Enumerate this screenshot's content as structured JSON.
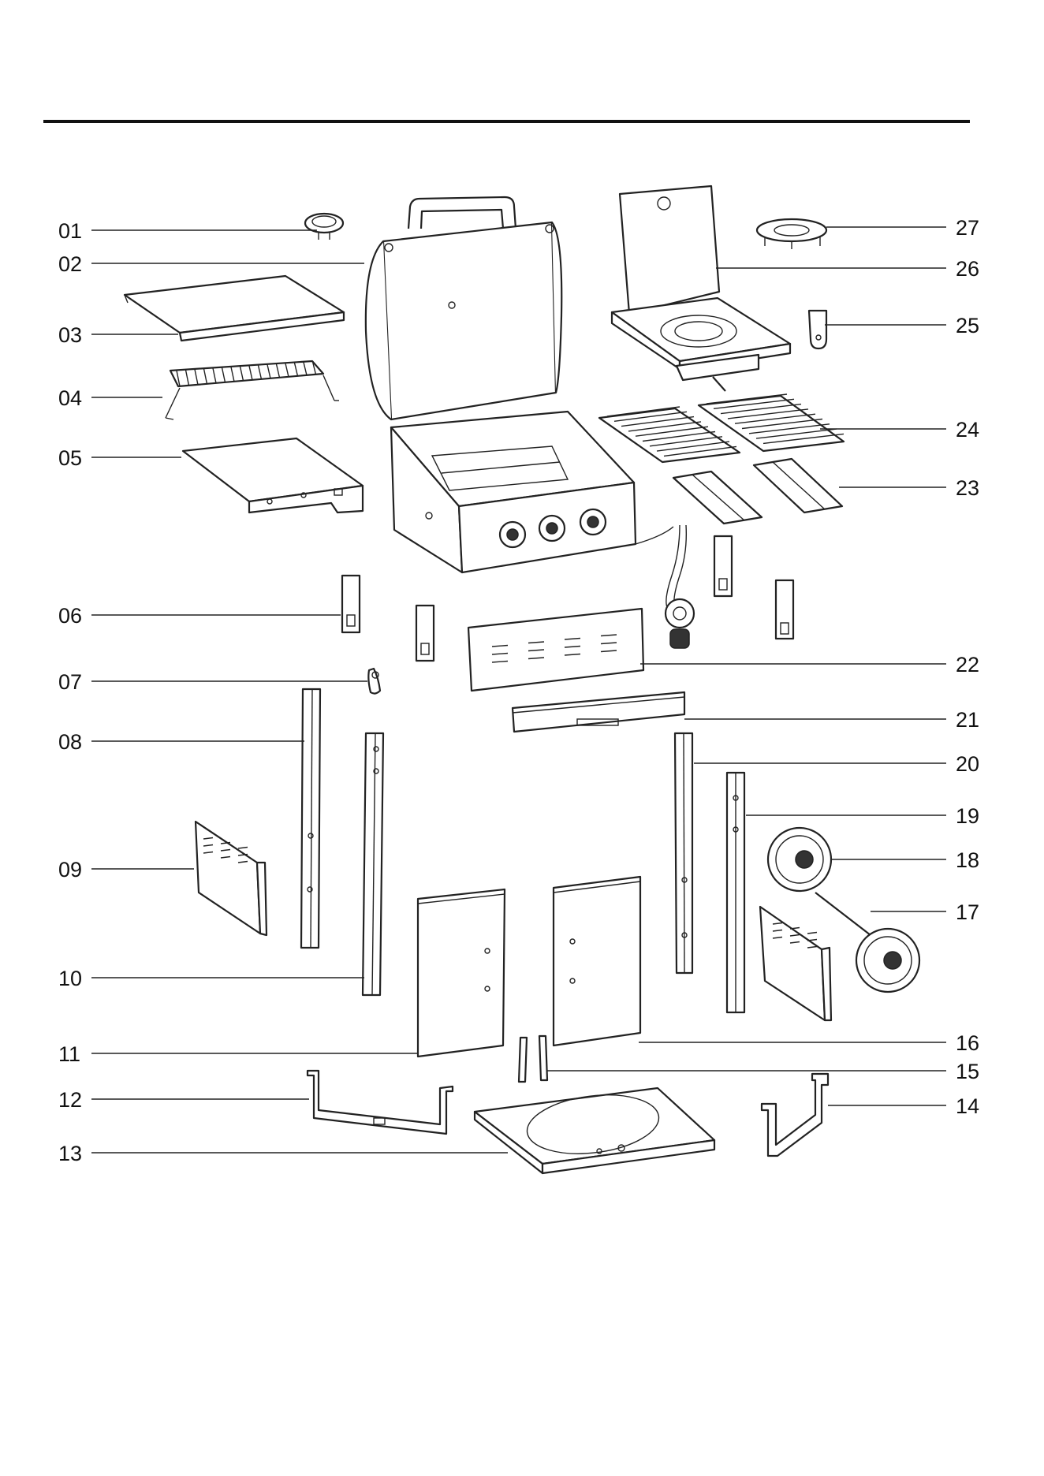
{
  "figure": {
    "labels_left": [
      "01",
      "02",
      "03",
      "04",
      "05",
      "06",
      "07",
      "08",
      "09",
      "10",
      "11",
      "12",
      "13"
    ],
    "labels_right": [
      "27",
      "26",
      "25",
      "24",
      "23",
      "22",
      "21",
      "20",
      "19",
      "18",
      "17",
      "16",
      "15",
      "14"
    ]
  },
  "colors": {
    "ink": "#222222",
    "background": "#ffffff"
  }
}
